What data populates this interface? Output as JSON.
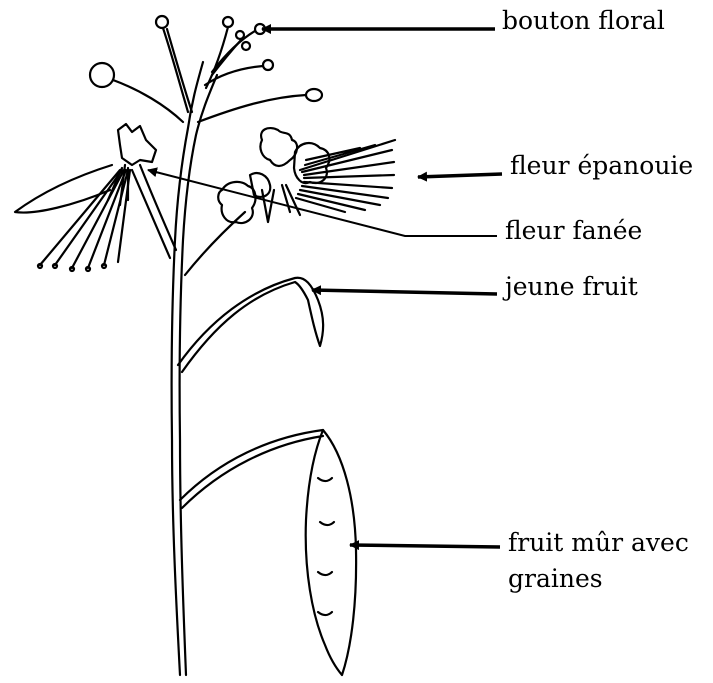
{
  "labels": {
    "bouton_floral": "bouton floral",
    "fleur_epanouie": "fleur épanouie",
    "fleur_fanee": "fleur fanée",
    "jeune_fruit": "jeune fruit",
    "fruit_mur_line1": "fruit mûr avec",
    "fruit_mur_line2": "graines"
  },
  "colors": {
    "ink": "#000000",
    "background": "#ffffff"
  }
}
